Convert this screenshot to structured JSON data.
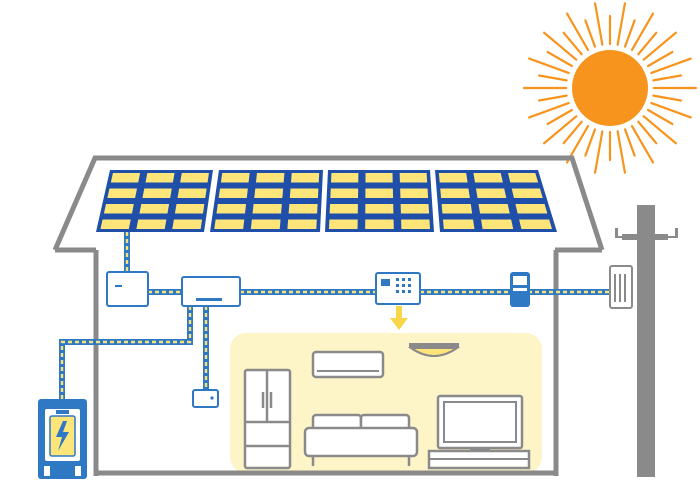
{
  "diagram": {
    "components": [
      {
        "id": "sun",
        "icon": "sun-icon"
      },
      {
        "id": "solar-panels",
        "icon": "solar-panel-icon",
        "count": 4
      },
      {
        "id": "junction-box",
        "icon": "junction-box-icon"
      },
      {
        "id": "power-conditioner",
        "icon": "inverter-icon"
      },
      {
        "id": "remote-controller",
        "icon": "controller-icon"
      },
      {
        "id": "distribution-board",
        "icon": "distribution-board-icon"
      },
      {
        "id": "power-meter",
        "icon": "meter-icon"
      },
      {
        "id": "utility-pole",
        "icon": "utility-pole-icon"
      },
      {
        "id": "storage-battery",
        "icon": "battery-icon"
      },
      {
        "id": "battery-unit",
        "icon": "battery-unit-icon"
      },
      {
        "id": "ceiling-light",
        "icon": "light-icon"
      },
      {
        "id": "air-conditioner",
        "icon": "air-conditioner-icon"
      },
      {
        "id": "refrigerator",
        "icon": "refrigerator-icon"
      },
      {
        "id": "sofa",
        "icon": "sofa-icon"
      },
      {
        "id": "television",
        "icon": "tv-icon"
      }
    ],
    "colors": {
      "house_outline": "#8a8a8a",
      "panel_frame": "#1f4fa8",
      "panel_cell": "#fde57a",
      "wire_blue": "#2f78c4",
      "wire_yellow": "#f7e27a",
      "sun": "#f7941d",
      "room_light": "#fdf4c8",
      "appliance_fill": "#ffffff",
      "appliance_stroke": "#8a8a8a"
    }
  }
}
